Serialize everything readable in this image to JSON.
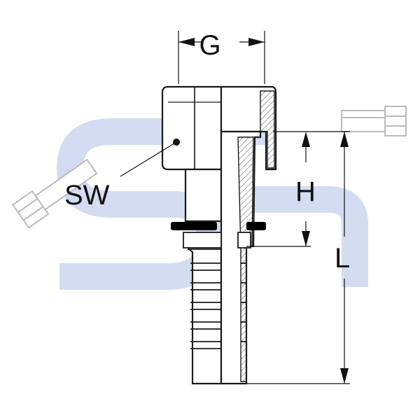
{
  "labels": {
    "g": "G",
    "sw": "SW",
    "h": "H",
    "l": "L"
  },
  "colors": {
    "outline": "#1a1a1a",
    "watermark": "#d3dcf0",
    "hatch": "#555555",
    "seal": "#000000"
  },
  "watermark": {
    "letters": "SH"
  }
}
